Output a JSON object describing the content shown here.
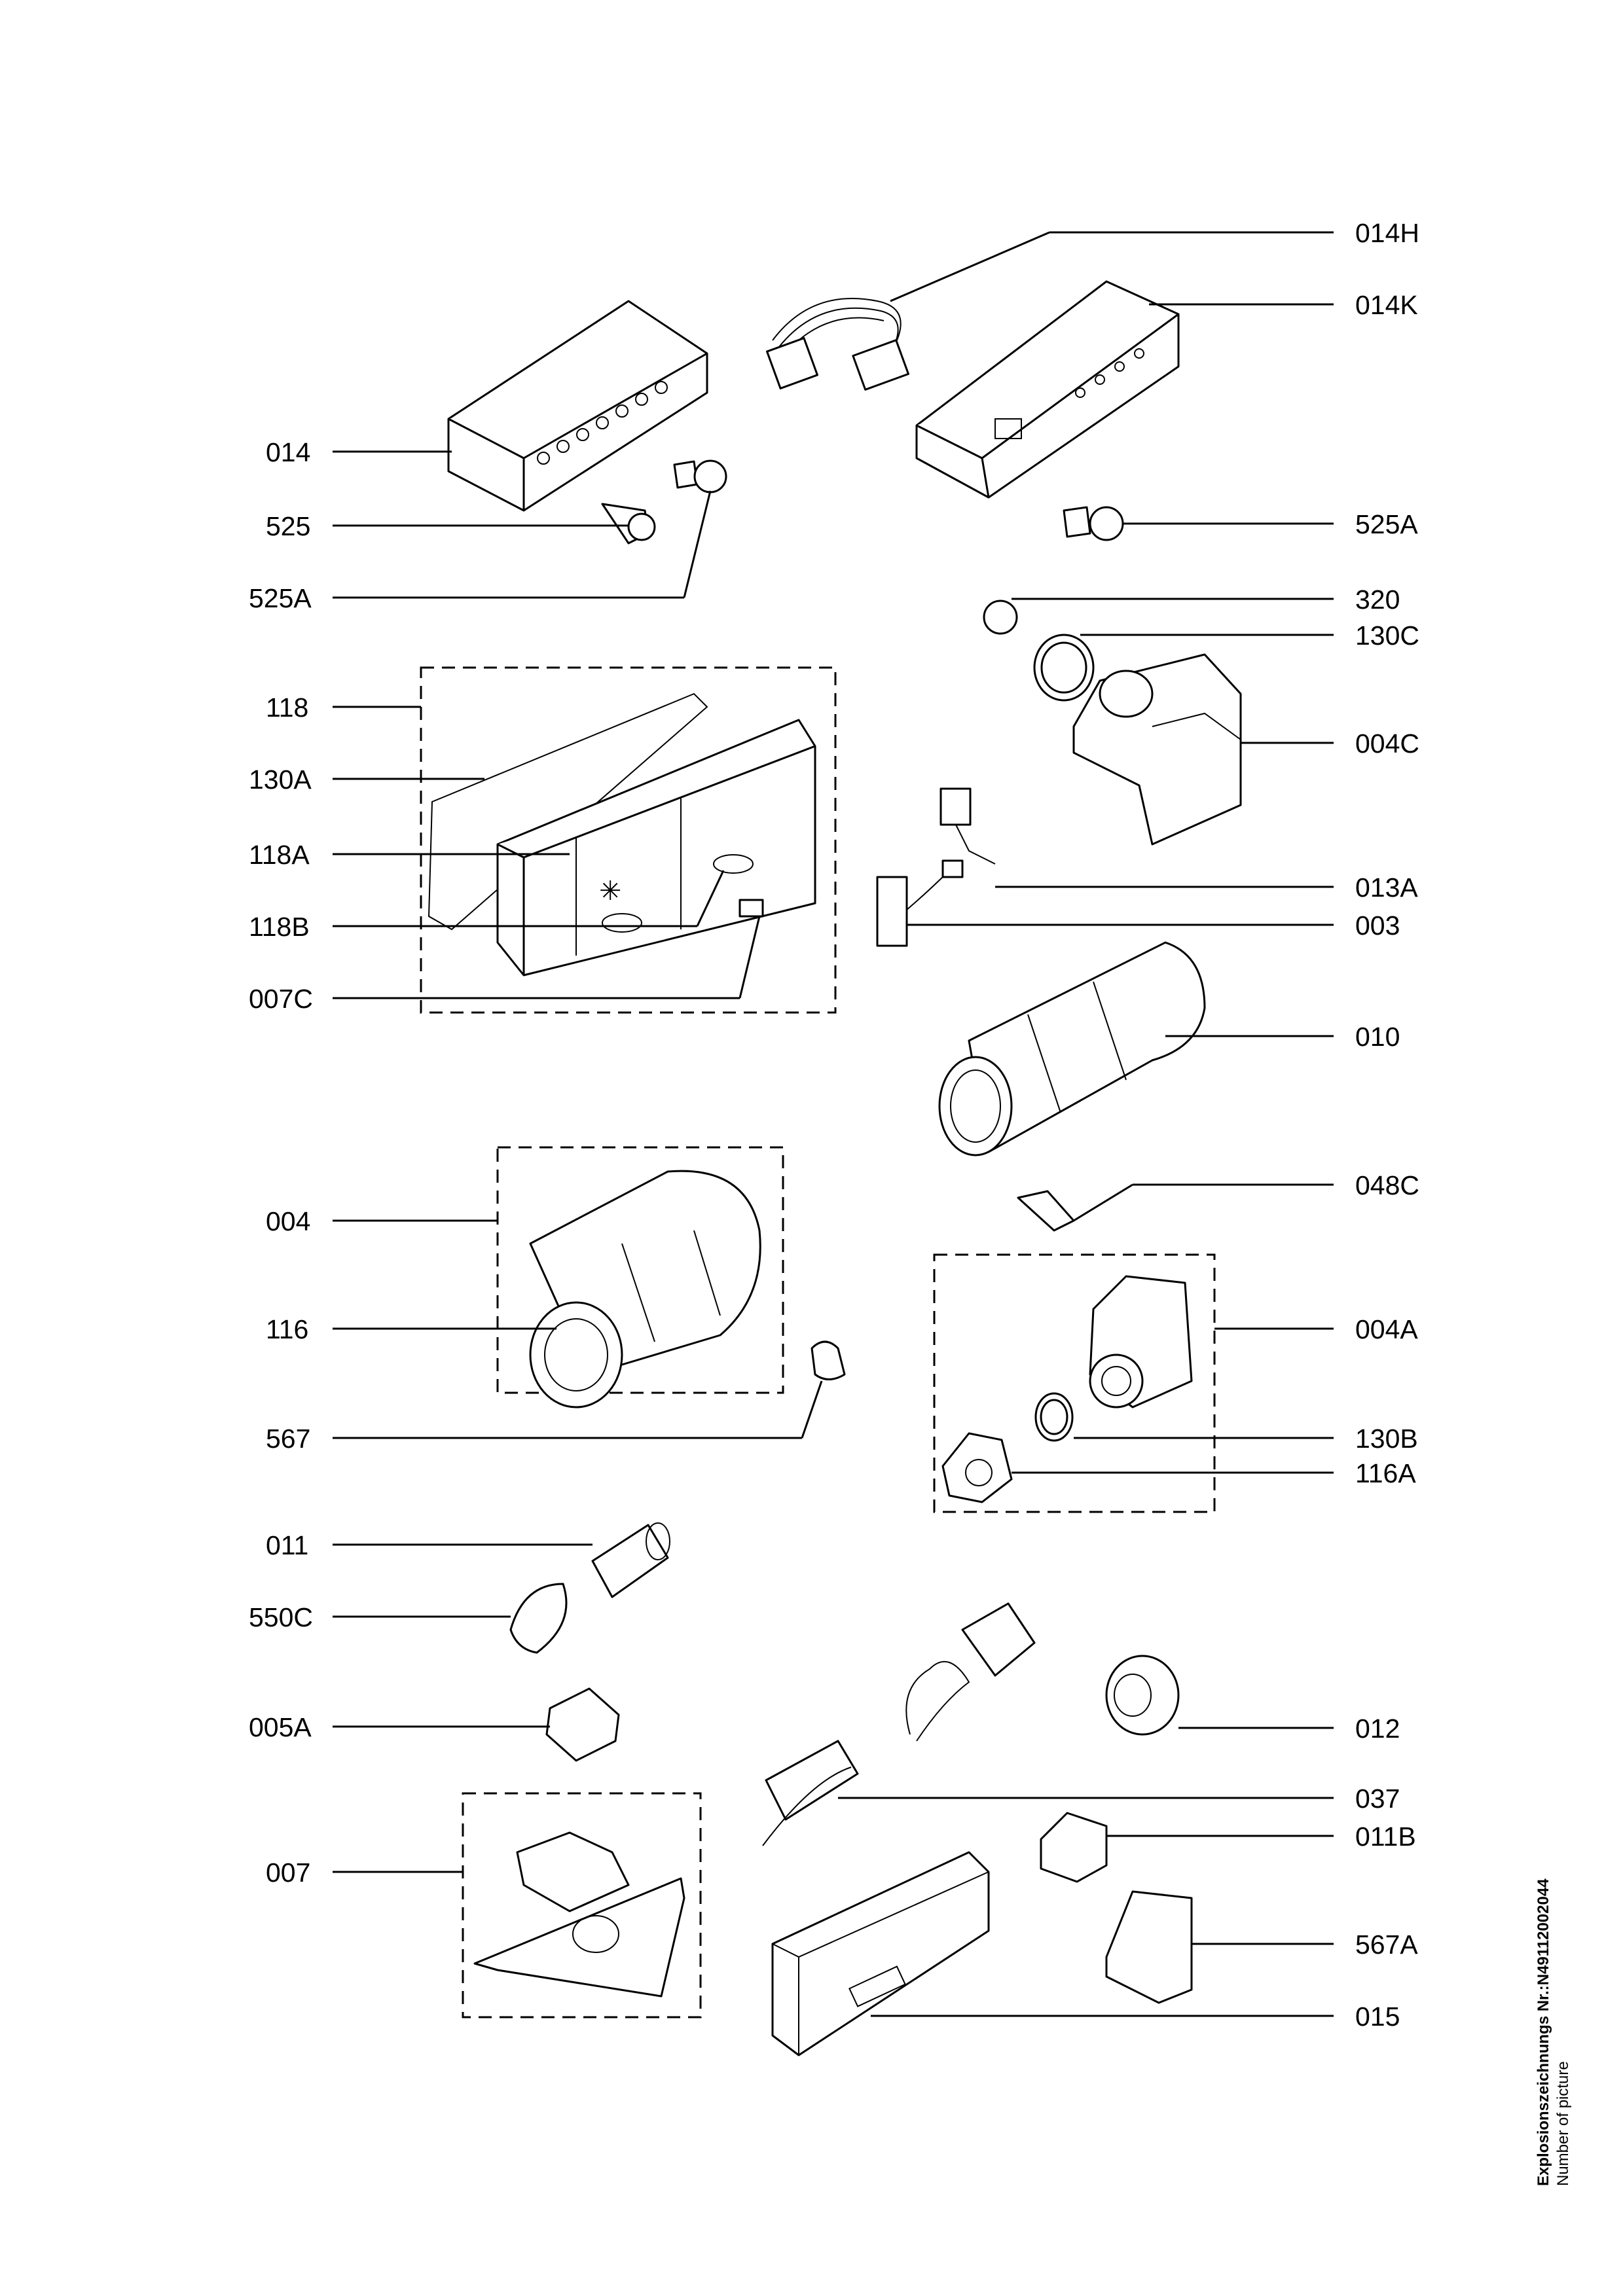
{
  "labels": {
    "l014H": "014H",
    "l014K": "014K",
    "l014": "014",
    "l525": "525",
    "l525A_left": "525A",
    "l525A_right": "525A",
    "l320": "320",
    "l130C": "130C",
    "l118": "118",
    "l004C": "004C",
    "l130A": "130A",
    "l118A": "118A",
    "l013A": "013A",
    "l118B": "118B",
    "l003": "003",
    "l007C": "007C",
    "l010": "010",
    "l048C": "048C",
    "l004": "004",
    "l116": "116",
    "l004A": "004A",
    "l567": "567",
    "l130B": "130B",
    "l116A": "116A",
    "l011": "011",
    "l550C": "550C",
    "l005A": "005A",
    "l012": "012",
    "l037": "037",
    "l011B": "011B",
    "l007": "007",
    "l567A": "567A",
    "l015": "015"
  },
  "side_caption": {
    "line1": "Explosionszeichnungs Nr.:N4911200​2044",
    "line2": "Number of picture"
  }
}
